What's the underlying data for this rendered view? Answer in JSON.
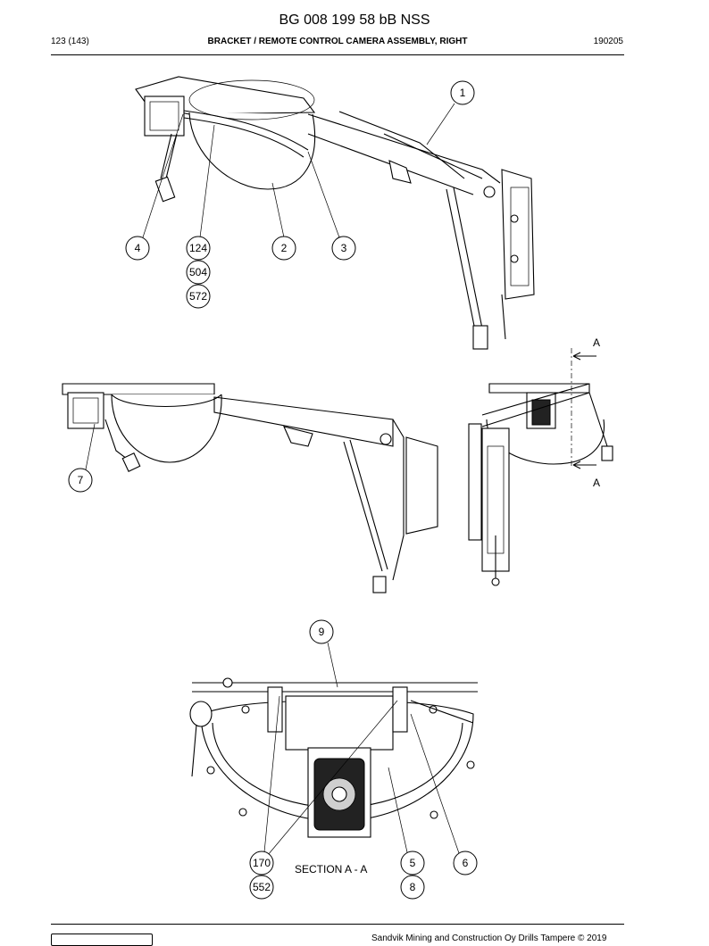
{
  "header": {
    "document_id": "BG 008 199 58 bB NSS",
    "page": "123 (143)",
    "title": "BRACKET / REMOTE CONTROL CAMERA ASSEMBLY, RIGHT",
    "date": "190205"
  },
  "callouts": {
    "c1": "1",
    "c2": "2",
    "c3": "3",
    "c4": "4",
    "c124": "124",
    "c504": "504",
    "c572": "572",
    "c7": "7",
    "c9": "9",
    "c170": "170",
    "c552": "552",
    "c5": "5",
    "c6": "6",
    "c8": "8"
  },
  "section": {
    "marker_top": "A",
    "marker_bottom": "A",
    "label": "SECTION A - A"
  },
  "footer": {
    "copyright": "Sandvik Mining and Construction Oy Drills Tampere © 2019"
  }
}
